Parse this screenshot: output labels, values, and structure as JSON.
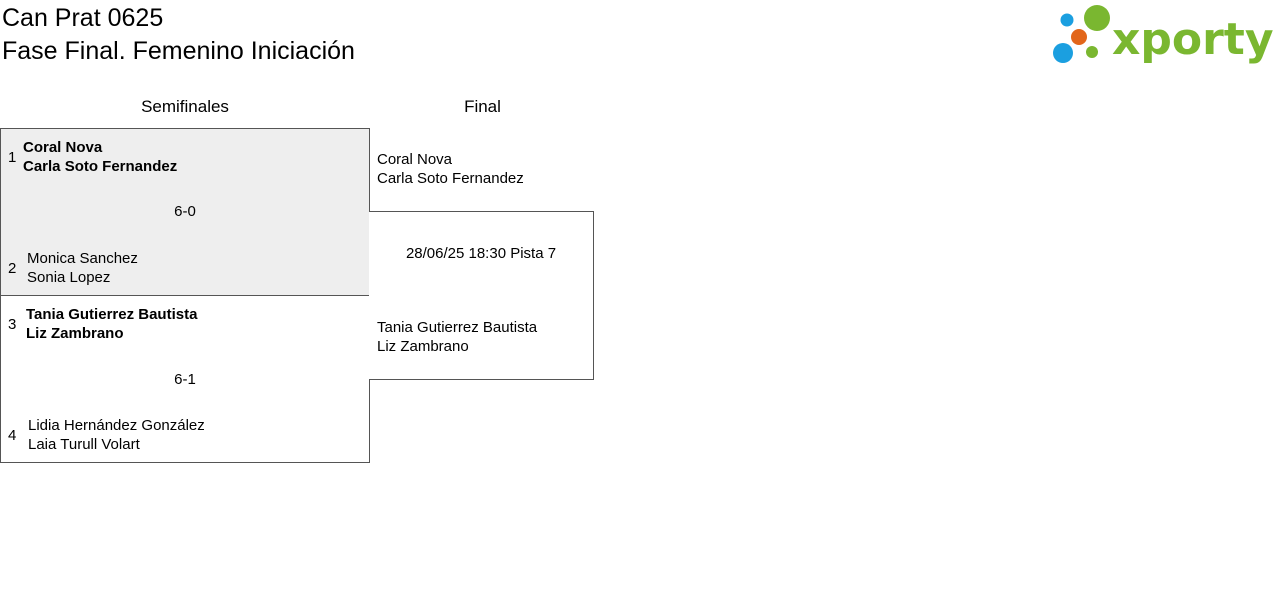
{
  "header": {
    "title": "Can Prat 0625",
    "subtitle": "Fase Final. Femenino Iniciación"
  },
  "logo": {
    "text": "xporty",
    "colors": {
      "green": "#7ab730",
      "blue": "#1b9fe0",
      "orange": "#e2661a"
    }
  },
  "rounds": {
    "semis_label": "Semifinales",
    "final_label": "Final"
  },
  "semifinals": [
    {
      "score": "6-0",
      "highlighted": true,
      "team_a": {
        "seed": "1",
        "player1": "Coral Nova",
        "player2": "Carla Soto Fernandez",
        "winner": true
      },
      "team_b": {
        "seed": "2",
        "player1": "Monica Sanchez",
        "player2": "Sonia Lopez",
        "winner": false
      }
    },
    {
      "score": "6-1",
      "highlighted": false,
      "team_a": {
        "seed": "3",
        "player1": "Tania Gutierrez Bautista",
        "player2": "Liz Zambrano",
        "winner": true
      },
      "team_b": {
        "seed": "4",
        "player1": "Lidia Hernández González",
        "player2": "Laia Turull Volart",
        "winner": false
      }
    }
  ],
  "final": {
    "team_a": {
      "player1": "Coral Nova",
      "player2": "Carla Soto Fernandez"
    },
    "team_b": {
      "player1": "Tania Gutierrez Bautista",
      "player2": "Liz Zambrano"
    },
    "schedule": "28/06/25 18:30 Pista 7"
  }
}
